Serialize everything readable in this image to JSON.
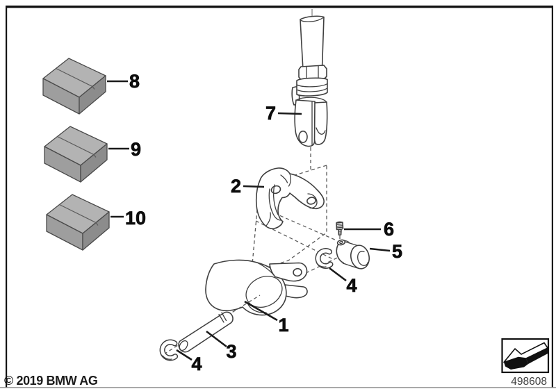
{
  "diagram": {
    "callouts": {
      "part1": "1",
      "part2": "2",
      "part3": "3",
      "part4_lower": "4",
      "part4_middle": "4",
      "part5": "5",
      "part6": "6",
      "part7": "7",
      "part8": "8",
      "part9": "9",
      "part10": "10"
    },
    "footer": {
      "copyright": "© 2019 BMW AG",
      "document_number": "498608"
    },
    "colors": {
      "box_top": "#b3b3b3",
      "box_left": "#9e9e9e",
      "box_right": "#8c8c8c",
      "frame": "#111111",
      "line": "#3f3f3f",
      "label": "#0d0d0d"
    },
    "icons": {
      "direction_arrow": "arrow-down-left-icon"
    }
  }
}
